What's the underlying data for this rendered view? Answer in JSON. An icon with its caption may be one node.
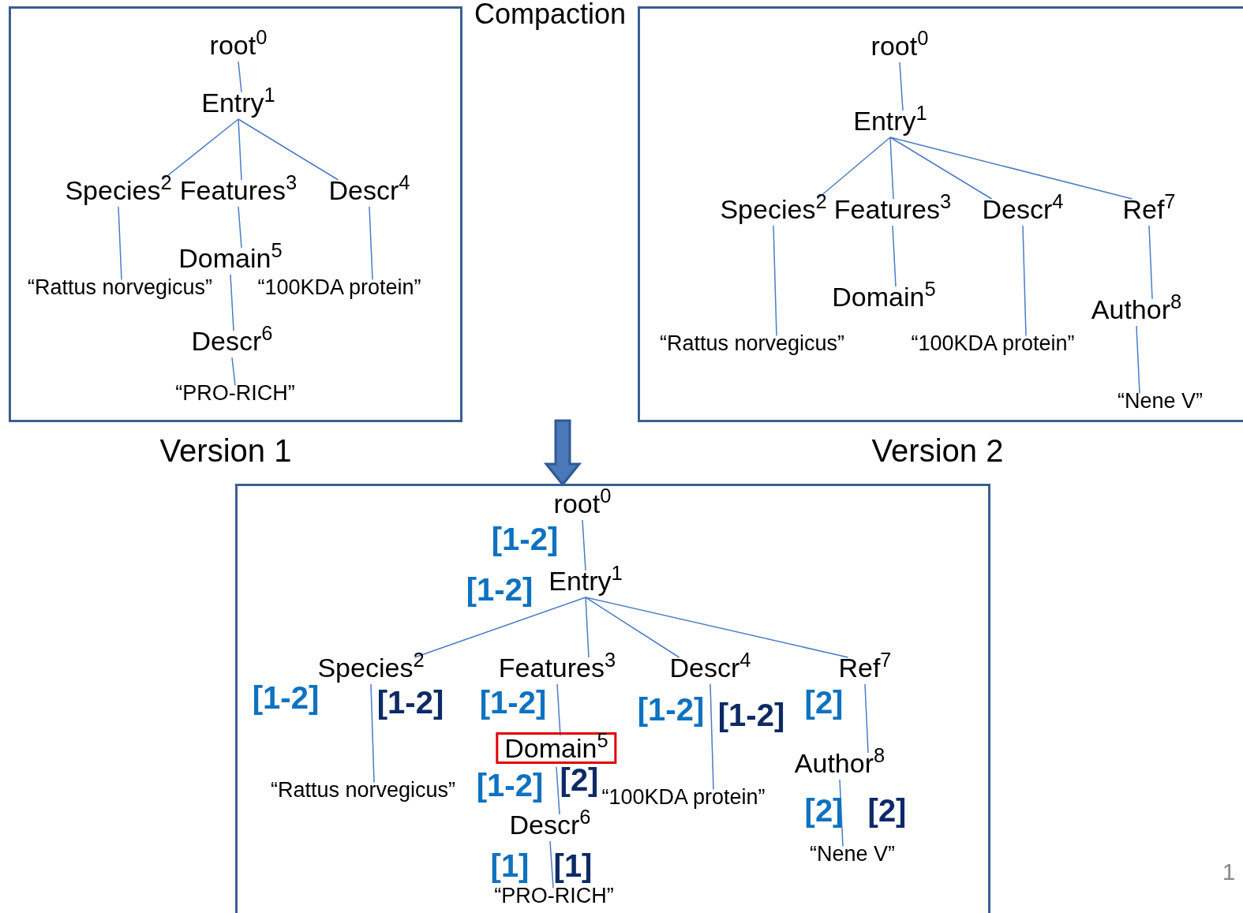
{
  "diagram": {
    "title": "Compaction",
    "nodes": [
      {
        "text": [],
        "shape": "box",
        "beside": [
          "Version 1"
        ]
      },
      {
        "text": [
          "root$^{0}$"
        ],
        "in": 0
      },
      {
        "text": [
          "Entry$^{1}$"
        ],
        "in": 0
      },
      {
        "text": [
          "Species$^{2}$"
        ],
        "in": 0
      },
      {
        "text": [
          "Features$^{3}$"
        ],
        "in": 0
      },
      {
        "text": [
          "Descr$^{4}$"
        ],
        "in": 0
      },
      {
        "text": [
          "“Rattus norvegicus”"
        ],
        "in": 0
      },
      {
        "text": [
          "Domain$^{5}$"
        ],
        "in": 0
      },
      {
        "text": [
          "“100KDA protein”"
        ],
        "in": 0
      },
      {
        "text": [
          "Descr$^{6}$"
        ],
        "in": 0
      },
      {
        "text": [
          "“PRO-RICH”"
        ],
        "in": 0
      },
      {
        "text": [],
        "shape": "box",
        "beside": [
          "Version 2"
        ]
      },
      {
        "text": [
          "root$^{0}$"
        ],
        "in": 11
      },
      {
        "text": [
          "Entry$^{1}$"
        ],
        "in": 11
      },
      {
        "text": [
          "Species$^{2}$"
        ],
        "in": 11
      },
      {
        "text": [
          "Features$^{3}$"
        ],
        "in": 11
      },
      {
        "text": [
          "Descr$^{4}$"
        ],
        "in": 11
      },
      {
        "text": [
          "Ref$^{7}$"
        ],
        "in": 11
      },
      {
        "text": [
          "Domain$^{5}$"
        ],
        "in": 11
      },
      {
        "text": [
          "“Rattus norvegicus”"
        ],
        "in": 11
      },
      {
        "text": [
          "“100KDA protein”"
        ],
        "in": 11
      },
      {
        "text": [
          "Author$^{8}$"
        ],
        "in": 11
      },
      {
        "text": [
          "“Nene V”"
        ],
        "in": 11
      },
      {
        "text": [],
        "shape": "box"
      },
      {
        "text": [
          "root$^{0}$"
        ],
        "in": 23
      },
      {
        "text": [
          "Entry$^{1}$"
        ],
        "in": 23
      },
      {
        "text": [
          "Species$^{2}$"
        ],
        "in": 23
      },
      {
        "text": [
          "Features$^{3}$"
        ],
        "in": 23
      },
      {
        "text": [
          "Descr$^{4}$"
        ],
        "in": 23
      },
      {
        "text": [
          "Ref$^{7}$"
        ],
        "in": 23
      },
      {
        "text": [
          "Domain$^{5}$"
        ],
        "in": 23
      },
      {
        "text": [
          "“Rattus norvegicus”"
        ],
        "in": 23
      },
      {
        "text": [
          "“100KDA protein”"
        ],
        "in": 23
      },
      {
        "text": [
          "Author$^{8}$"
        ],
        "in": 23
      },
      {
        "text": [
          "Descr$^{6}$"
        ],
        "in": 23
      },
      {
        "text": [
          "“Nene V”"
        ],
        "in": 23
      },
      {
        "text": [
          "“PRO-RICH”"
        ],
        "in": 23
      }
    ],
    "edges": [
      {
        "from": 1,
        "to": 2,
        "arrow": "none"
      },
      {
        "from": 2,
        "to": 3,
        "arrow": "none"
      },
      {
        "from": 2,
        "to": 4,
        "arrow": "none"
      },
      {
        "from": 2,
        "to": 5,
        "arrow": "none"
      },
      {
        "from": 3,
        "to": 6,
        "arrow": "none"
      },
      {
        "from": 4,
        "to": 7,
        "arrow": "none"
      },
      {
        "from": 5,
        "to": 8,
        "arrow": "none"
      },
      {
        "from": 7,
        "to": 9,
        "arrow": "none"
      },
      {
        "from": 9,
        "to": 10,
        "arrow": "none"
      },
      {
        "from": 12,
        "to": 13,
        "arrow": "none"
      },
      {
        "from": 13,
        "to": 14,
        "arrow": "none"
      },
      {
        "from": 13,
        "to": 15,
        "arrow": "none"
      },
      {
        "from": 13,
        "to": 16,
        "arrow": "none"
      },
      {
        "from": 13,
        "to": 17,
        "arrow": "none"
      },
      {
        "from": 14,
        "to": 19,
        "arrow": "none"
      },
      {
        "from": 15,
        "to": 18,
        "arrow": "none"
      },
      {
        "from": 16,
        "to": 20,
        "arrow": "none"
      },
      {
        "from": 17,
        "to": 21,
        "arrow": "none"
      },
      {
        "from": 21,
        "to": 22,
        "arrow": "none"
      },
      {
        "from": 24,
        "to": 25,
        "arrow": "none"
      },
      {
        "from": 25,
        "to": 26,
        "arrow": "none"
      },
      {
        "from": 25,
        "to": 27,
        "arrow": "none"
      },
      {
        "from": 25,
        "to": 28,
        "arrow": "none"
      },
      {
        "from": 25,
        "to": 29,
        "arrow": "none"
      },
      {
        "from": 26,
        "to": 31,
        "arrow": "none"
      },
      {
        "from": 27,
        "to": 30,
        "arrow": "none"
      },
      {
        "from": 28,
        "to": 32,
        "arrow": "none"
      },
      {
        "from": 29,
        "to": 33,
        "arrow": "none"
      },
      {
        "from": 30,
        "to": 34,
        "arrow": "none"
      },
      {
        "from": 33,
        "to": 35,
        "arrow": "none"
      },
      {
        "from": 34,
        "to": 36,
        "arrow": "none"
      },
      {
        "from": null,
        "to": 23,
        "arrow": "to",
        "style": "thick"
      }
    ],
    "labels": [
      "[1-2]",
      "[1-2]",
      "[1-2]",
      "[1-2]",
      "[1-2]",
      "[1-2]",
      "[1-2]",
      "[2]",
      "[1-2]",
      "[2]",
      "[2]",
      "[2]",
      "[1]",
      "[1]",
      "1"
    ]
  }
}
